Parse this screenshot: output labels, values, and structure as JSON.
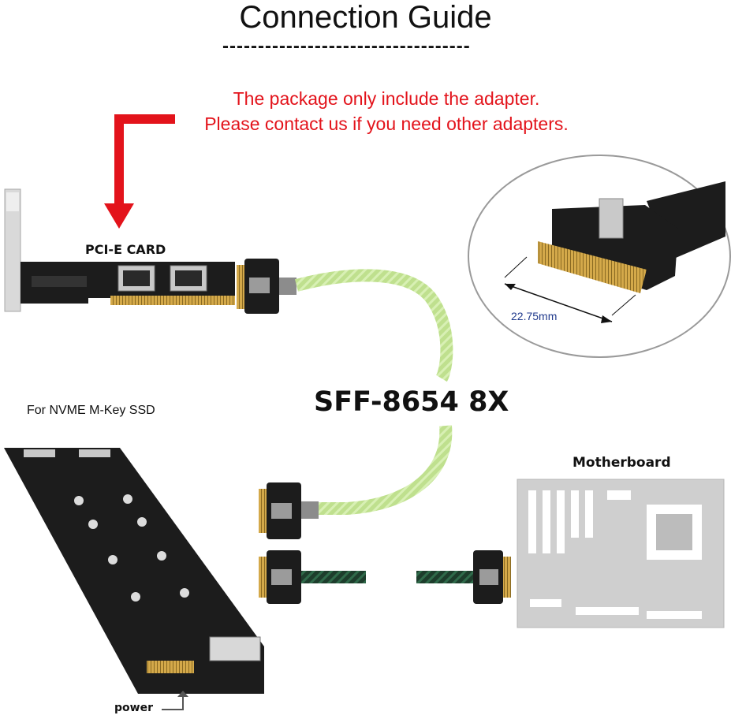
{
  "title": "Connection Guide",
  "title_rule": "-----------------------------------",
  "note": {
    "line1": "The package only include the adapter.",
    "line2": "Please contact us if you need other adapters.",
    "color": "#e3131b"
  },
  "labels": {
    "pcie_card": "PCI-E CARD",
    "cable": "SFF-8654 8X",
    "nvme": "For NVME M-Key SSD",
    "motherboard": "Motherboard",
    "connector_width": "22.75mm",
    "power": "power"
  },
  "colors": {
    "cable_green": "#c6e39a",
    "pcb_black": "#1c1c1c",
    "gold": "#d4a94a",
    "motherboard_gray": "#cfcfcf",
    "arrow_red": "#e3131b",
    "measure_blue": "#203a8c"
  },
  "icons": {
    "red_arrow": "arrow-down-icon",
    "power_arrow": "turn-up-arrow-icon"
  }
}
